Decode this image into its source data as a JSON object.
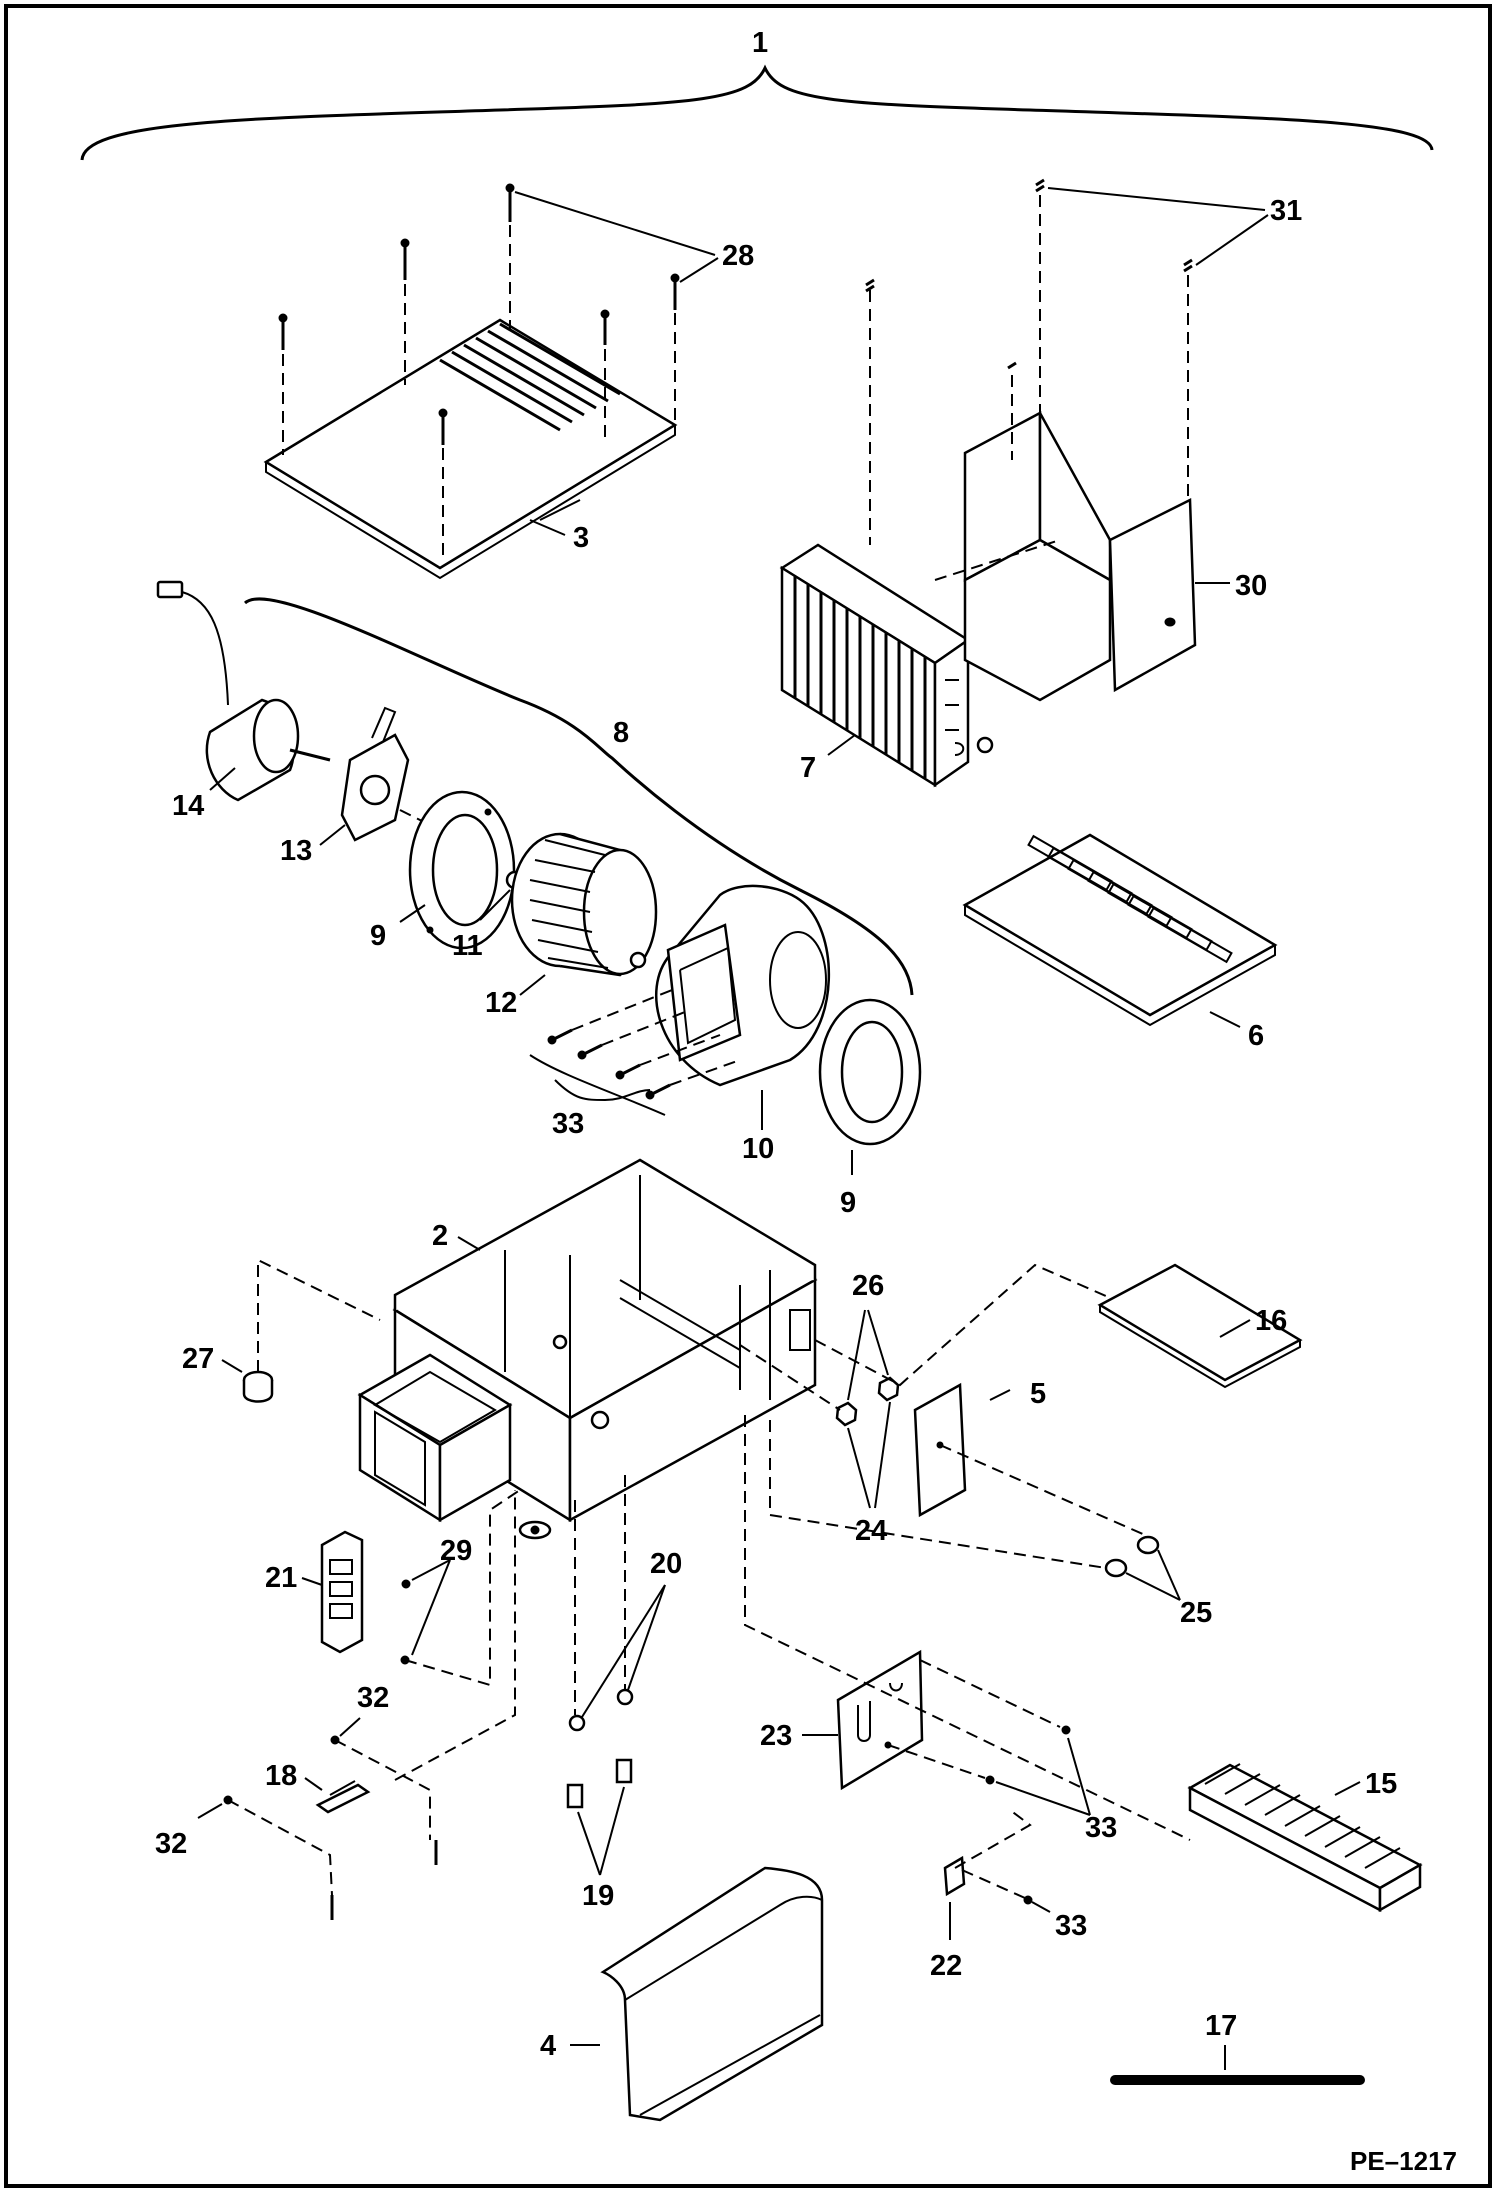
{
  "document_id": "PE–1217",
  "callouts": [
    {
      "id": "c1",
      "text": "1"
    },
    {
      "id": "c2",
      "text": "2"
    },
    {
      "id": "c3",
      "text": "3"
    },
    {
      "id": "c4",
      "text": "4"
    },
    {
      "id": "c5",
      "text": "5"
    },
    {
      "id": "c6",
      "text": "6"
    },
    {
      "id": "c7",
      "text": "7"
    },
    {
      "id": "c8",
      "text": "8"
    },
    {
      "id": "c9a",
      "text": "9"
    },
    {
      "id": "c9b",
      "text": "9"
    },
    {
      "id": "c10",
      "text": "10"
    },
    {
      "id": "c11",
      "text": "11"
    },
    {
      "id": "c12",
      "text": "12"
    },
    {
      "id": "c13",
      "text": "13"
    },
    {
      "id": "c14",
      "text": "14"
    },
    {
      "id": "c15",
      "text": "15"
    },
    {
      "id": "c16",
      "text": "16"
    },
    {
      "id": "c17",
      "text": "17"
    },
    {
      "id": "c18",
      "text": "18"
    },
    {
      "id": "c19",
      "text": "19"
    },
    {
      "id": "c20",
      "text": "20"
    },
    {
      "id": "c21",
      "text": "21"
    },
    {
      "id": "c22",
      "text": "22"
    },
    {
      "id": "c23",
      "text": "23"
    },
    {
      "id": "c24",
      "text": "24"
    },
    {
      "id": "c25",
      "text": "25"
    },
    {
      "id": "c26",
      "text": "26"
    },
    {
      "id": "c27",
      "text": "27"
    },
    {
      "id": "c28",
      "text": "28"
    },
    {
      "id": "c29",
      "text": "29"
    },
    {
      "id": "c30",
      "text": "30"
    },
    {
      "id": "c31",
      "text": "31"
    },
    {
      "id": "c32a",
      "text": "32"
    },
    {
      "id": "c32b",
      "text": "32"
    },
    {
      "id": "c33a",
      "text": "33"
    },
    {
      "id": "c33b",
      "text": "33"
    },
    {
      "id": "c33c",
      "text": "33"
    }
  ]
}
